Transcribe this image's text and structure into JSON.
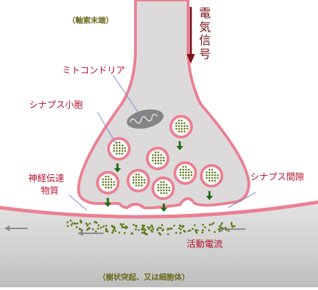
{
  "labels": {
    "axon_terminal": "（軸索末端）",
    "electric_signal": "電気信号",
    "mitochondria": "ミトコンドリア",
    "synaptic_vesicle": "シナプス小胞",
    "neurotransmitter_line1": "神経伝達",
    "neurotransmitter_line2": "物質",
    "synaptic_cleft": "シナプス間隙",
    "action_current": "活動電流",
    "dendrite": "（樹状突起、又は細胞体）"
  },
  "colors": {
    "membrane": "#ec7f92",
    "cytoplasm": "#dcdada",
    "vesicle_fill": "#fafafa",
    "transmitter_dot": "#5d7a16",
    "arrow_green": "#1f6b14",
    "signal_arrow": "#7a1318",
    "label_red": "#b5122c",
    "label_olive": "#6b6a1e",
    "mitochondria_body": "#848484"
  },
  "icons": [
    "signal-arrow-down-icon",
    "release-arrow-down-icon",
    "mitochondrion-icon",
    "current-arrow-left-icon"
  ]
}
